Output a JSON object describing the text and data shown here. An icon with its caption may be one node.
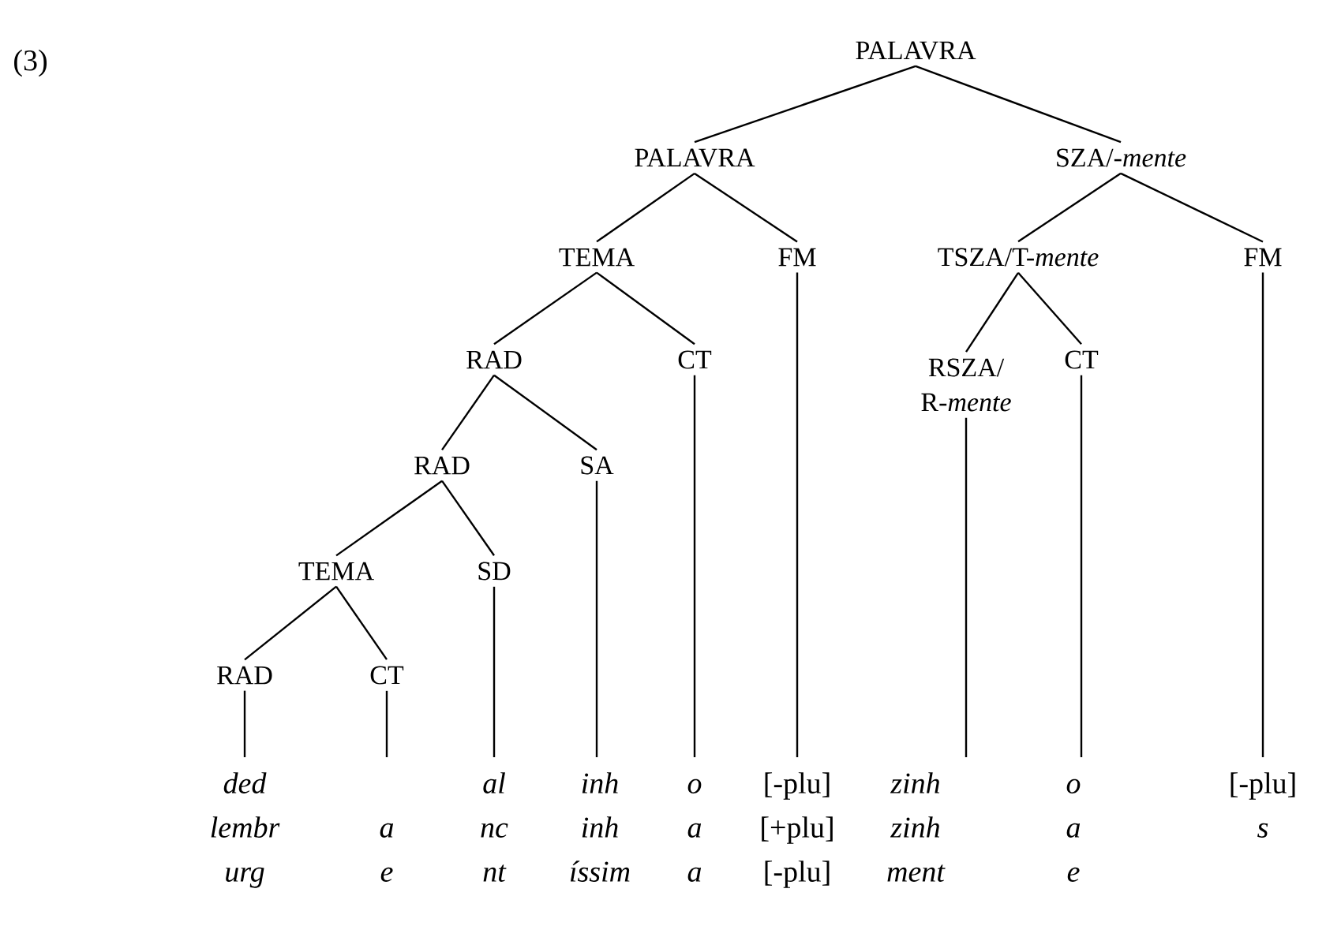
{
  "diagram": {
    "nodes": [
      {
        "text": [
          "PALAVRA"
        ]
      },
      {
        "text": [
          "PALAVRA"
        ]
      },
      {
        "text": [
          "SZA/*-mente*"
        ]
      },
      {
        "text": [
          "TEMA"
        ]
      },
      {
        "text": [
          "FM"
        ]
      },
      {
        "text": [
          "TSZA/T-*mente*"
        ]
      },
      {
        "text": [
          "FM"
        ]
      },
      {
        "text": [
          "RAD"
        ]
      },
      {
        "text": [
          "CT"
        ]
      },
      {
        "text": [
          "RSZA/ R-*mente*"
        ]
      },
      {
        "text": [
          "CT"
        ]
      },
      {
        "text": [
          "RAD"
        ]
      },
      {
        "text": [
          "SA"
        ]
      },
      {
        "text": [
          "TEMA"
        ]
      },
      {
        "text": [
          "SD"
        ]
      },
      {
        "text": [
          "RAD"
        ]
      },
      {
        "text": [
          "CT"
        ]
      },
      {
        "text": [
          "ded",
          "lembr",
          "urg"
        ]
      },
      {
        "text": [
          "a",
          "e"
        ]
      },
      {
        "text": [
          "al",
          "nc",
          "nt"
        ]
      },
      {
        "text": [
          "inh",
          "inh",
          "íssim"
        ]
      },
      {
        "text": [
          "o",
          "a",
          "a"
        ]
      },
      {
        "text": [
          "[-plu]",
          "[+plu]",
          "[-plu]"
        ]
      },
      {
        "text": [
          "zinh",
          "zinh",
          "ment"
        ]
      },
      {
        "text": [
          "o",
          "a",
          "e"
        ]
      },
      {
        "text": [
          "[-plu]",
          "s"
        ]
      }
    ],
    "edges": [
      {
        "from": 0,
        "to": 1,
        "arrow": "none"
      },
      {
        "from": 0,
        "to": 2,
        "arrow": "none"
      },
      {
        "from": 1,
        "to": 3,
        "arrow": "none"
      },
      {
        "from": 1,
        "to": 4,
        "arrow": "none"
      },
      {
        "from": 2,
        "to": 5,
        "arrow": "none"
      },
      {
        "from": 2,
        "to": 6,
        "arrow": "none"
      },
      {
        "from": 3,
        "to": 7,
        "arrow": "none"
      },
      {
        "from": 3,
        "to": 8,
        "arrow": "none"
      },
      {
        "from": 5,
        "to": 9,
        "arrow": "none"
      },
      {
        "from": 5,
        "to": 10,
        "arrow": "none"
      },
      {
        "from": 7,
        "to": 11,
        "arrow": "none"
      },
      {
        "from": 7,
        "to": 12,
        "arrow": "none"
      },
      {
        "from": 11,
        "to": 13,
        "arrow": "none"
      },
      {
        "from": 11,
        "to": 14,
        "arrow": "none"
      },
      {
        "from": 13,
        "to": 15,
        "arrow": "none"
      },
      {
        "from": 13,
        "to": 16,
        "arrow": "none"
      },
      {
        "from": 15,
        "to": 17,
        "arrow": "none"
      },
      {
        "from": 16,
        "to": 18,
        "arrow": "none"
      },
      {
        "from": 14,
        "to": 19,
        "arrow": "none"
      },
      {
        "from": 12,
        "to": 20,
        "arrow": "none"
      },
      {
        "from": 8,
        "to": 21,
        "arrow": "none"
      },
      {
        "from": 4,
        "to": 22,
        "arrow": "none"
      },
      {
        "from": 9,
        "to": 23,
        "arrow": "none"
      },
      {
        "from": 10,
        "to": 24,
        "arrow": "none"
      },
      {
        "from": 6,
        "to": 25,
        "arrow": "none"
      }
    ],
    "labels": [
      "(3)"
    ]
  }
}
